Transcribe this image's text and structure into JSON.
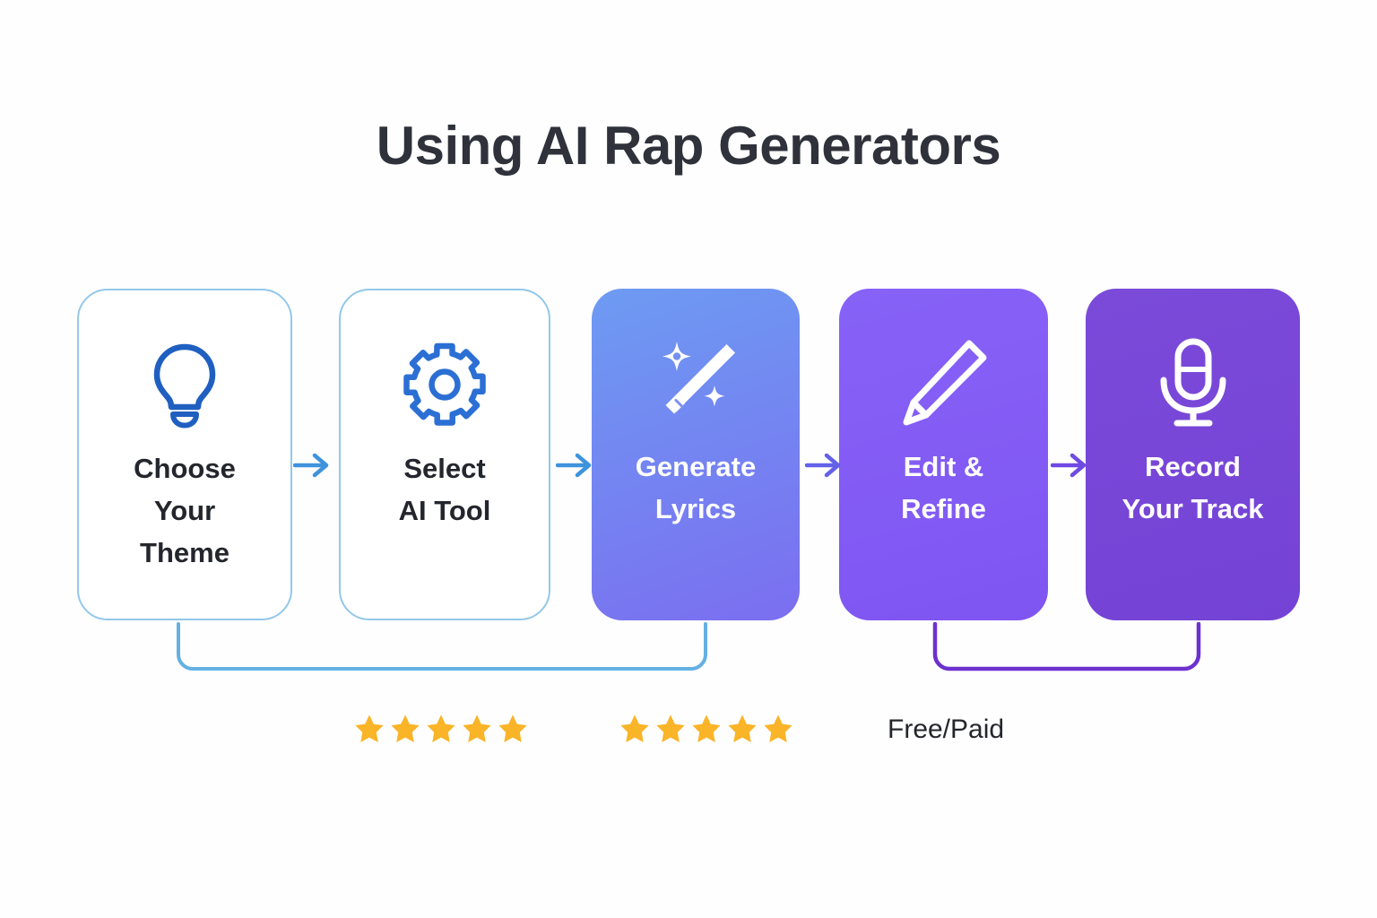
{
  "page": {
    "title": "Using AI Rap Generators",
    "background_color": "#fefefe",
    "title_color": "#2f323b"
  },
  "steps": [
    {
      "id": "choose-your-theme",
      "label": "Choose\nYour\nTheme",
      "icon": "lightbulb-icon",
      "style": "outline",
      "icon_color": "#1f5fc0",
      "border_color": "#93c8ea",
      "text_color": "#24262d"
    },
    {
      "id": "select-ai-tool",
      "label": "Select\nAI Tool",
      "icon": "gear-icon",
      "style": "outline",
      "icon_color": "#2b6fd4",
      "border_color": "#93c8ea",
      "text_color": "#24262d"
    },
    {
      "id": "generate-lyrics",
      "label": "Generate\nLyrics",
      "icon": "magic-wand-icon",
      "style": "filled",
      "fill_from": "#6d9bf2",
      "fill_to": "#7b6ef0",
      "text_color": "#ffffff"
    },
    {
      "id": "edit-and-refine",
      "label": "Edit &\nRefine",
      "icon": "pencil-icon",
      "style": "filled",
      "fill_from": "#8762f7",
      "fill_to": "#7f55f2",
      "text_color": "#ffffff"
    },
    {
      "id": "record-your-track",
      "label": "Record\nYour Track",
      "icon": "microphone-icon",
      "style": "filled",
      "fill_from": "#7b4ad9",
      "fill_to": "#7443d6",
      "text_color": "#ffffff"
    }
  ],
  "arrows": [
    {
      "id": "arrow-1",
      "from": "choose-your-theme",
      "to": "select-ai-tool",
      "color": "#3f93dd"
    },
    {
      "id": "arrow-2",
      "from": "select-ai-tool",
      "to": "generate-lyrics",
      "color": "#3f93dd"
    },
    {
      "id": "arrow-3",
      "from": "generate-lyrics",
      "to": "edit-and-refine",
      "color": "#6361e8"
    },
    {
      "id": "arrow-4",
      "from": "edit-and-refine",
      "to": "record-your-track",
      "color": "#6f4ae2"
    }
  ],
  "brackets": [
    {
      "id": "bracket-blue",
      "color": "#64b0e4",
      "spans": [
        "choose-your-theme",
        "select-ai-tool",
        "generate-lyrics"
      ]
    },
    {
      "id": "bracket-purple",
      "color": "#6d31cf",
      "spans": [
        "edit-and-refine",
        "record-your-track"
      ]
    }
  ],
  "annotations": {
    "rating_groups": [
      {
        "id": "stars-1",
        "count": 5,
        "filled": 5,
        "color": "#fab428"
      },
      {
        "id": "stars-2",
        "count": 5,
        "filled": 5,
        "color": "#fab428"
      }
    ],
    "free_paid_label": "Free/Paid",
    "free_paid_color": "#24262d"
  }
}
